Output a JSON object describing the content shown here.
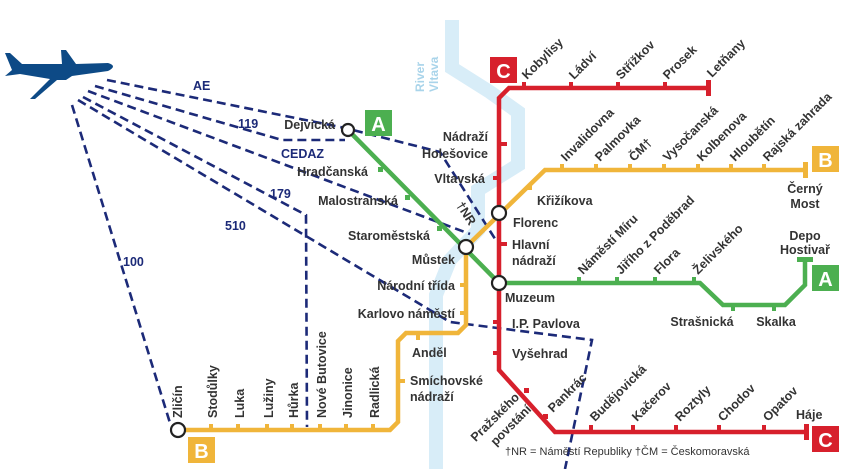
{
  "colors": {
    "line_a": "#4caf50",
    "line_b": "#f0b53a",
    "line_c": "#d7202c",
    "bus": "#1c2a78",
    "river": "#d8edf8",
    "plane": "#0d4a86"
  },
  "river": {
    "word1": "River",
    "word2": "Vltava"
  },
  "lines": {
    "a": "A",
    "b": "B",
    "c": "C"
  },
  "bus": {
    "ae": "AE",
    "r119": "119",
    "cedaz": "CEDAZ",
    "r179": "179",
    "r510": "510",
    "r100": "100"
  },
  "stations": {
    "c": [
      "Kobylisy",
      "Ládví",
      "Střížkov",
      "Prosek",
      "Letňany",
      "Nádraží",
      "Holešovice",
      "Vltavská",
      "Florenc",
      "Hlavní",
      "nádraží",
      "Muzeum",
      "I.P. Pavlova",
      "Vyšehrad",
      "Pražského",
      "povstání",
      "Pankrác",
      "Budějovická",
      "Kačerov",
      "Roztyly",
      "Chodov",
      "Opatov",
      "Háje"
    ],
    "b": [
      "Invalidovna",
      "Palmovka",
      "ČM†",
      "Vysočanská",
      "Kolbenova",
      "Hloubětín",
      "Rajská zahrada",
      "Černý",
      "Most",
      "Křižíkova",
      "†NR",
      "Můstek",
      "Národní třída",
      "Karlovo náměstí",
      "Anděl",
      "Smíchovské",
      "nádraží",
      "Radlická",
      "Jinonice",
      "Nové Butovice",
      "Hůrka",
      "Lužiny",
      "Luka",
      "Stodůlky",
      "Zličín"
    ],
    "a": [
      "Dejvická",
      "Hradčanská",
      "Malostranská",
      "Staroměstská",
      "Náměstí Míru",
      "Jiřího z Poděbrad",
      "Flora",
      "Želivského",
      "Strašnická",
      "Skalka",
      "Depo",
      "Hostivař"
    ]
  },
  "footnote": "†NR = Náměstí Republiky  †ČM = Českomoravská"
}
